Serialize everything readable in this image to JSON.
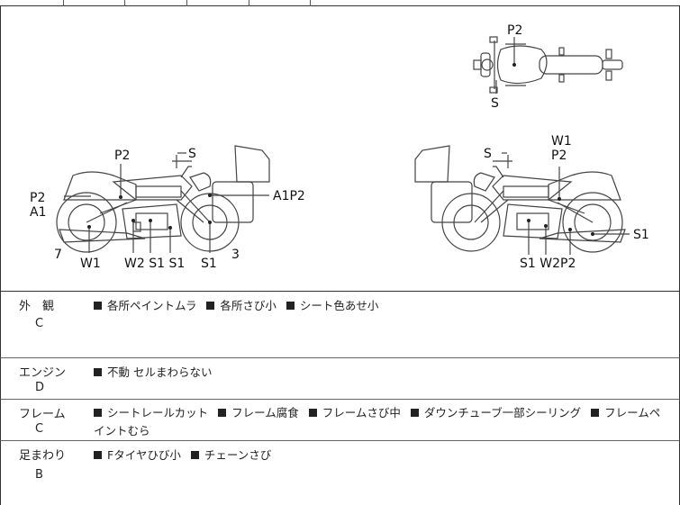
{
  "diagram_labels": {
    "top_view": {
      "p2": "P2",
      "s": "S"
    },
    "left_view": {
      "p2_tank": "P2",
      "s_handle": "S",
      "p2_rear": "P2",
      "a1": "A1",
      "a1p2": "A1P2",
      "n7": "7",
      "w1": "W1",
      "w2s1s1": "W2 S1 S1",
      "s1": "S1",
      "n3": "3"
    },
    "right_view": {
      "s_handle": "S",
      "w1": "W1",
      "p2": "P2",
      "s1_right": "S1",
      "s1w2": "S1 W2",
      "p2_bottom": "P2"
    }
  },
  "sections": [
    {
      "category": "外　観",
      "grade": "C",
      "items": [
        "各所ペイントムラ",
        "各所さび小",
        "シート色あせ小"
      ]
    },
    {
      "category": "エンジン",
      "grade": "D",
      "items": [
        "不動 セルまわらない"
      ]
    },
    {
      "category": "フレーム",
      "grade": "C",
      "items": [
        "シートレールカット",
        "フレーム腐食",
        "フレームさび中",
        "ダウンチューブ一部シーリング",
        "フレームペイントむら"
      ]
    },
    {
      "category": "足まわり",
      "grade": "B",
      "items": [
        "Fタイヤひび小",
        "チェーンさび"
      ]
    }
  ]
}
